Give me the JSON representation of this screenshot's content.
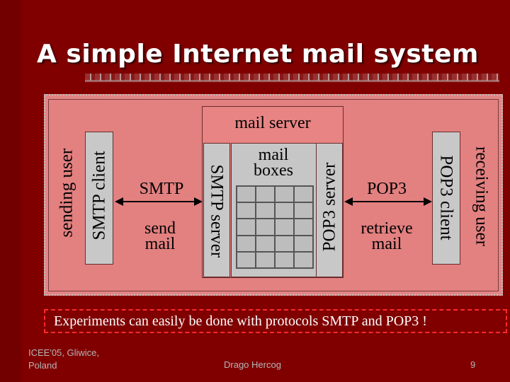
{
  "slide": {
    "title": "A simple Internet mail system",
    "diagram": {
      "sending_user": "sending user",
      "smtp_client": "SMTP client",
      "smtp": "SMTP",
      "send_mail": "send\nmail",
      "mail_server": "mail server",
      "smtp_server": "SMTP server",
      "mail_boxes": "mail\nboxes",
      "pop3_server": "POP3 server",
      "pop3": "POP3",
      "retrieve_mail": "retrieve\nmail",
      "pop3_client": "POP3 client",
      "receiving_user": "receiving user"
    },
    "note": "Experiments can easily be done with protocols SMTP and POP3 !",
    "footer": {
      "conference": "ICEE'05, Gliwice,\nPoland",
      "author": "Drago Hercog",
      "page_number": "9"
    }
  }
}
